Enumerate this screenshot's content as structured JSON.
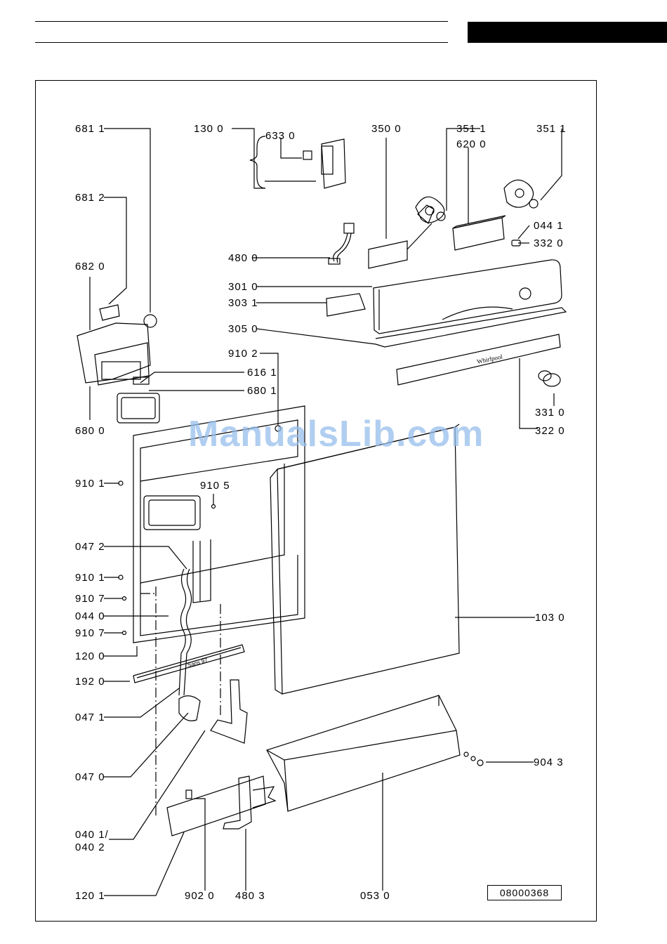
{
  "header": {
    "tab_label": ""
  },
  "watermark": "ManualsLib.com",
  "reference_number": "08000368",
  "door_label": "Whirlpool",
  "seam_label": "Sans 97",
  "callouts": {
    "c681_1": "681 1",
    "c130_0": "130 0",
    "c633_0": "633 0",
    "c350_0": "350 0",
    "c351_1a": "351 1",
    "c620_0": "620 0",
    "c351_1b": "351 1",
    "c681_2": "681 2",
    "c044_1": "044 1",
    "c332_0": "332 0",
    "c480_0": "480 0",
    "c682_0": "682 0",
    "c301_0": "301 0",
    "c303_1": "303 1",
    "c305_0": "305 0",
    "c910_2": "910 2",
    "c616_1": "616 1",
    "c680_1": "680 1",
    "c331_0": "331 0",
    "c680_0": "680 0",
    "c322_0": "322 0",
    "c910_1a": "910 1",
    "c910_5": "910 5",
    "c047_2": "047 2",
    "c910_1b": "910 1",
    "c910_7a": "910 7",
    "c044_0": "044 0",
    "c103_0": "103 0",
    "c910_7b": "910 7",
    "c120_0": "120 0",
    "c192_0": "192 0",
    "c047_1": "047 1",
    "c904_3": "904 3",
    "c047_0": "047 0",
    "c040_1": "040 1/",
    "c040_2": "040 2",
    "c120_1": "120 1",
    "c902_0": "902 0",
    "c480_3": "480 3",
    "c053_0": "053 0"
  }
}
